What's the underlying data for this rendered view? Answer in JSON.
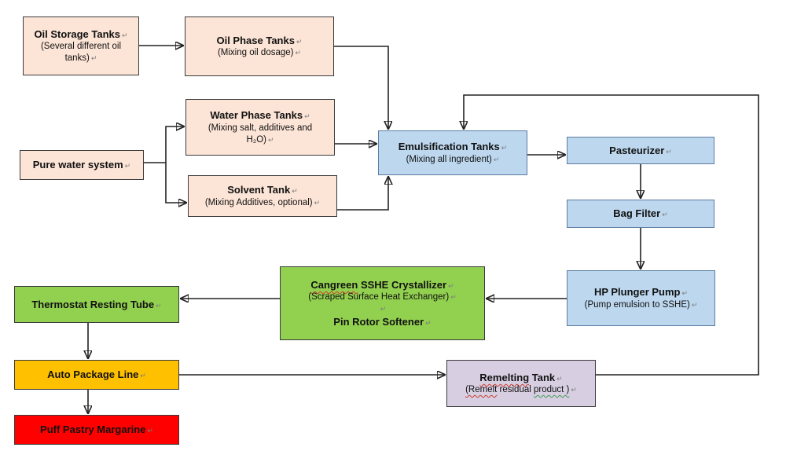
{
  "marks": {
    "eol": "↵"
  },
  "colors": {
    "background": "#FFFFFF",
    "cream_fill": "#FCE4D6",
    "blue_fill": "#BDD7EE",
    "green_fill": "#92D050",
    "gold_fill": "#FFC000",
    "red_fill": "#FF0000",
    "lavender_fill": "#D7CEE2",
    "box_border": "#3A3A3A",
    "connector": "#222222",
    "spellcheck_red": "#CC3B2B",
    "grammar_green": "#3F9C4E"
  },
  "nodes": {
    "oil_storage": {
      "title": "Oil Storage Tanks",
      "sub_line1": "(Several different oil",
      "sub_line2": "tanks)"
    },
    "oil_phase": {
      "title": "Oil Phase Tanks",
      "subtitle": "(Mixing oil dosage)"
    },
    "water_phase": {
      "title": "Water Phase Tanks",
      "sub_line1": "(Mixing salt, additives and",
      "sub_line2": "H₂O)"
    },
    "pure_water": {
      "title": "Pure water system"
    },
    "solvent": {
      "title": "Solvent Tank",
      "subtitle": "(Mixing Additives, optional)"
    },
    "emulsification": {
      "title": "Emulsification Tanks",
      "subtitle": "(Mixing all ingredient)"
    },
    "pasteurizer": {
      "title": "Pasteurizer"
    },
    "bag_filter": {
      "title": "Bag Filter"
    },
    "hp_pump": {
      "title": "HP Plunger Pump",
      "subtitle": "(Pump emulsion to SSHE)"
    },
    "sshe": {
      "title_seg1": "Cangreen",
      "title_seg2": " SSHE Crystallizer",
      "subtitle": "(Scraped Surface Heat Exchanger)",
      "title2": "Pin Rotor Softener"
    },
    "thermostat": {
      "title": "Thermostat Resting Tube"
    },
    "auto_package": {
      "title": "Auto Package Line"
    },
    "puff_pastry": {
      "title": "Puff Pastry Margarine"
    },
    "remelting": {
      "title_seg1": "Remelting",
      "title_seg2": " Tank",
      "sub_seg1": "(Remelt",
      "sub_seg2": " residual ",
      "sub_seg3": "product )"
    }
  },
  "edges": [
    {
      "from": "Oil Storage Tanks",
      "to": "Oil Phase Tanks"
    },
    {
      "from": "Oil Phase Tanks",
      "to": "Emulsification Tanks"
    },
    {
      "from": "Pure water system",
      "to": "Water Phase Tanks"
    },
    {
      "from": "Pure water system",
      "to": "Solvent Tank"
    },
    {
      "from": "Water Phase Tanks",
      "to": "Emulsification Tanks"
    },
    {
      "from": "Solvent Tank",
      "to": "Emulsification Tanks"
    },
    {
      "from": "Emulsification Tanks",
      "to": "Pasteurizer"
    },
    {
      "from": "Pasteurizer",
      "to": "Bag Filter"
    },
    {
      "from": "Bag Filter",
      "to": "HP Plunger Pump"
    },
    {
      "from": "HP Plunger Pump",
      "to": "Cangreen SSHE Crystallizer / Pin Rotor Softener"
    },
    {
      "from": "Cangreen SSHE Crystallizer / Pin Rotor Softener",
      "to": "Thermostat Resting Tube"
    },
    {
      "from": "Thermostat Resting Tube",
      "to": "Auto Package Line"
    },
    {
      "from": "Auto Package Line",
      "to": "Puff Pastry Margarine"
    },
    {
      "from": "Auto Package Line",
      "to": "Remelting Tank"
    },
    {
      "from": "Remelting Tank",
      "to": "Emulsification Tanks"
    }
  ]
}
